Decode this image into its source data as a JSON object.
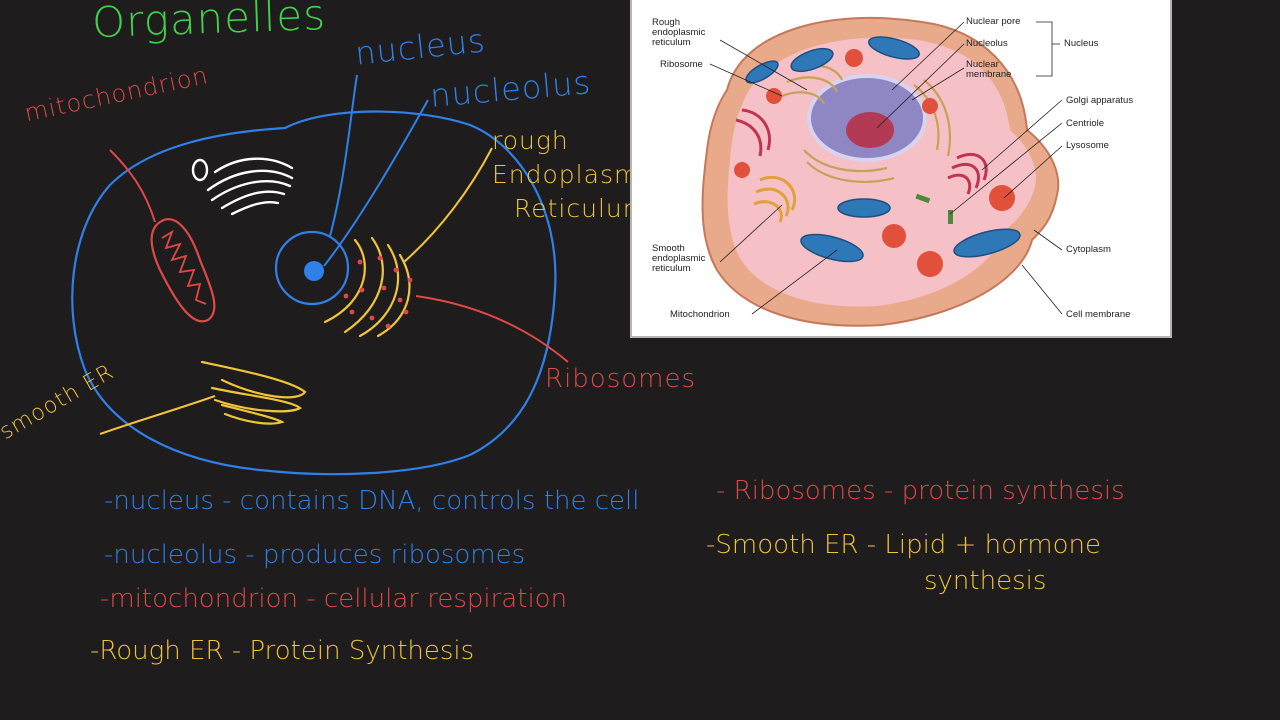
{
  "title": "Organelles",
  "labels": {
    "nucleus": "nucleus",
    "nucleolus": "nucleolus",
    "mitochondrion": "mitochondrion",
    "rough_er_line1": "rough",
    "rough_er_line2": "Endoplasmic",
    "rough_er_line3": "Reticulum",
    "ribosomes": "Ribosomes",
    "smooth_er": "smooth ER"
  },
  "notes": [
    {
      "text": "-nucleus - contains DNA, controls the cell",
      "color": "#2f80e8"
    },
    {
      "text": "-nucleolus - produces ribosomes",
      "color": "#2f80e8"
    },
    {
      "text": "-mitochondrion - cellular respiration",
      "color": "#e04848"
    },
    {
      "text": "-Rough ER - Protein Synthesis",
      "color": "#f2c43a"
    },
    {
      "text": "- Ribosomes - protein synthesis",
      "color": "#e04848"
    },
    {
      "text": "-Smooth ER - Lipid + hormone",
      "color": "#f2c43a"
    },
    {
      "text": "synthesis",
      "color": "#f2c43a"
    }
  ],
  "reference_diagram": {
    "labels_left": [
      "Rough\nendoplasmic\nreticulum",
      "Ribosome",
      "Smooth\nendoplasmic\nreticulum",
      "Mitochondrion"
    ],
    "labels_right": [
      "Nuclear pore",
      "Nucleolus",
      "Nuclear\nmembrane",
      "Golgi apparatus",
      "Centriole",
      "Lysosome",
      "Cytoplasm",
      "Cell membrane"
    ],
    "bracket_label": "Nucleus"
  },
  "colors": {
    "background": "#1e1c1c",
    "blue": "#2f80e8",
    "red": "#e04848",
    "yellow": "#f2c43a",
    "green": "#3fd24a",
    "white": "#ffffff"
  }
}
